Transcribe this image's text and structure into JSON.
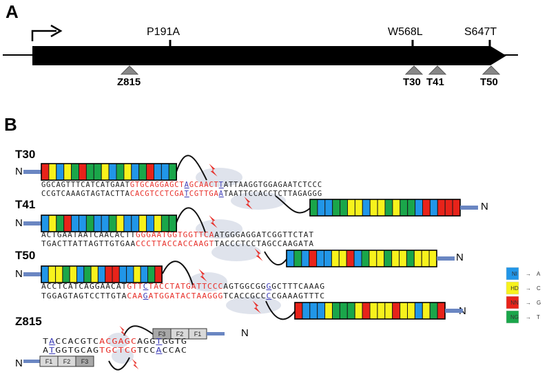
{
  "panels": {
    "a": "A",
    "b": "B"
  },
  "gene": {
    "mutations": [
      "P191A",
      "W568L",
      "S647T"
    ],
    "sites": [
      "Z815",
      "T30",
      "T41",
      "T50"
    ]
  },
  "colors": {
    "NI": "#2196e8",
    "HD": "#f7f21c",
    "NN": "#e8231a",
    "NG": "#1aa64a",
    "cut_site": "#e8302a",
    "binding": "#444444",
    "linker": "#6a86c2",
    "finger_light": "#d9d9d9",
    "finger_dark": "#a8a8a8",
    "shadow": "#dfe3ec"
  },
  "legend": [
    {
      "rvd": "NI",
      "arrow": "→",
      "base": "A"
    },
    {
      "rvd": "HD",
      "arrow": "→",
      "base": "C"
    },
    {
      "rvd": "NN",
      "arrow": "→",
      "base": "G"
    },
    {
      "rvd": "NG",
      "arrow": "→",
      "base": "T"
    }
  ],
  "constructs": [
    {
      "name": "T30",
      "top_n": "N",
      "bottom_n": "N",
      "top_modules": [
        "NN",
        "HD",
        "NI",
        "HD",
        "NG",
        "NN",
        "NG",
        "NG",
        "HD",
        "NI",
        "NG",
        "HD",
        "NI",
        "NG",
        "NN",
        "NI",
        "NI",
        "NG"
      ],
      "bottom_modules": [
        "NG",
        "NI",
        "NI",
        "NG",
        "NG",
        "HD",
        "HD",
        "NI",
        "HD",
        "HD",
        "NG",
        "HD",
        "NG",
        "NG",
        "NI",
        "NN",
        "NI",
        "NN",
        "NN",
        "NN"
      ],
      "seq_top": [
        {
          "t": "GGCAGTTTCATCATGAAT",
          "c": "black"
        },
        {
          "t": "GTGCAGGAGCT",
          "c": "red"
        },
        {
          "t": "A",
          "c": "blue"
        },
        {
          "t": "GCAACT",
          "c": "red"
        },
        {
          "t": "T",
          "c": "blue"
        },
        {
          "t": "ATTAAGGTGGAGAATCTCCC",
          "c": "black"
        }
      ],
      "seq_bottom": [
        {
          "t": "CCGTCAAAGTAGTACTTA",
          "c": "black"
        },
        {
          "t": "CACGTCCTCGA",
          "c": "red"
        },
        {
          "t": "T",
          "c": "blue"
        },
        {
          "t": "CGTTGA",
          "c": "red"
        },
        {
          "t": "A",
          "c": "blue"
        },
        {
          "t": "TAATTCCACCTCTTAGAGGG",
          "c": "black"
        }
      ]
    },
    {
      "name": "T41",
      "top_n": "N",
      "bottom_n": "N",
      "top_modules": [
        "NI",
        "HD",
        "NG",
        "NN",
        "NI",
        "NI",
        "NG",
        "NI",
        "NI",
        "NG",
        "HD",
        "NI",
        "NI",
        "HD",
        "NI",
        "HD",
        "NG",
        "NG"
      ],
      "bottom_modules": [
        "NI",
        "NG",
        "NI",
        "NN",
        "NI",
        "NI",
        "HD",
        "HD",
        "NN",
        "NI",
        "NG",
        "HD",
        "HD",
        "NG",
        "HD",
        "HD",
        "NG",
        "HD",
        "HD",
        "HD"
      ],
      "seq_top": [
        {
          "t": "ACTGAATAATCAACACTT",
          "c": "black"
        },
        {
          "t": "GGGAATGGTGGTTCA",
          "c": "red"
        },
        {
          "t": "ATGGGAGGATCGGTTCTAT",
          "c": "black"
        }
      ],
      "seq_bottom": [
        {
          "t": "TGACTTATTAGTTGTGAA",
          "c": "black"
        },
        {
          "t": "CCCTTACCACCAAGT",
          "c": "red"
        },
        {
          "t": "TACCCTCCTAGCCAAGATA",
          "c": "black"
        }
      ]
    },
    {
      "name": "T50",
      "top_n": "N",
      "bottom_n": "N",
      "top_modules": [
        "NI",
        "HD",
        "HD",
        "NG",
        "HD",
        "NI",
        "NG",
        "HD",
        "NI",
        "NN",
        "NN",
        "NI",
        "NI",
        "HD",
        "NI",
        "NG",
        "NN"
      ],
      "bottom_modules": [
        "NN",
        "NI",
        "NI",
        "NI",
        "HD",
        "NG",
        "NG",
        "NG",
        "HD",
        "NN",
        "HD",
        "HD",
        "HD",
        "NN",
        "HD",
        "HD",
        "NI",
        "HD",
        "NG",
        "NN"
      ],
      "seq_top": [
        {
          "t": "ACCTCATCAGGAACAT",
          "c": "black"
        },
        {
          "t": "GTT",
          "c": "red"
        },
        {
          "t": "C",
          "c": "blue"
        },
        {
          "t": "TACCTATGATTCCC",
          "c": "red"
        },
        {
          "t": "AGTGGCGG",
          "c": "black"
        },
        {
          "t": "G",
          "c": "blue"
        },
        {
          "t": "GCTTTCAAAG",
          "c": "black"
        }
      ],
      "seq_bottom": [
        {
          "t": "TGGAGTAGTCCTTGTA",
          "c": "black"
        },
        {
          "t": "CAA",
          "c": "red"
        },
        {
          "t": "G",
          "c": "blue"
        },
        {
          "t": "ATGGATACTAAGGG",
          "c": "red"
        },
        {
          "t": "TCACCGCC",
          "c": "black"
        },
        {
          "t": "C",
          "c": "blue"
        },
        {
          "t": "CGAAAGTTTC",
          "c": "black"
        }
      ]
    }
  ],
  "zfn": {
    "name": "Z815",
    "top_n": "N",
    "bottom_n": "N",
    "top_fingers": [
      "F3",
      "F2",
      "F1"
    ],
    "bottom_fingers": [
      "F1",
      "F2",
      "F3"
    ],
    "seq_top": [
      {
        "t": "T",
        "c": "black"
      },
      {
        "t": "A",
        "c": "blue"
      },
      {
        "t": "CCACGTC",
        "c": "black"
      },
      {
        "t": "ACGAGC",
        "c": "red"
      },
      {
        "t": "AGG",
        "c": "black"
      },
      {
        "t": "T",
        "c": "blue"
      },
      {
        "t": "GGTG",
        "c": "black"
      }
    ],
    "seq_bottom": [
      {
        "t": "A",
        "c": "black"
      },
      {
        "t": "T",
        "c": "blue"
      },
      {
        "t": "GGTGCAG",
        "c": "black"
      },
      {
        "t": "TGCTCG",
        "c": "red"
      },
      {
        "t": "TCC",
        "c": "black"
      },
      {
        "t": "A",
        "c": "blue"
      },
      {
        "t": "CCAC",
        "c": "black"
      }
    ]
  }
}
